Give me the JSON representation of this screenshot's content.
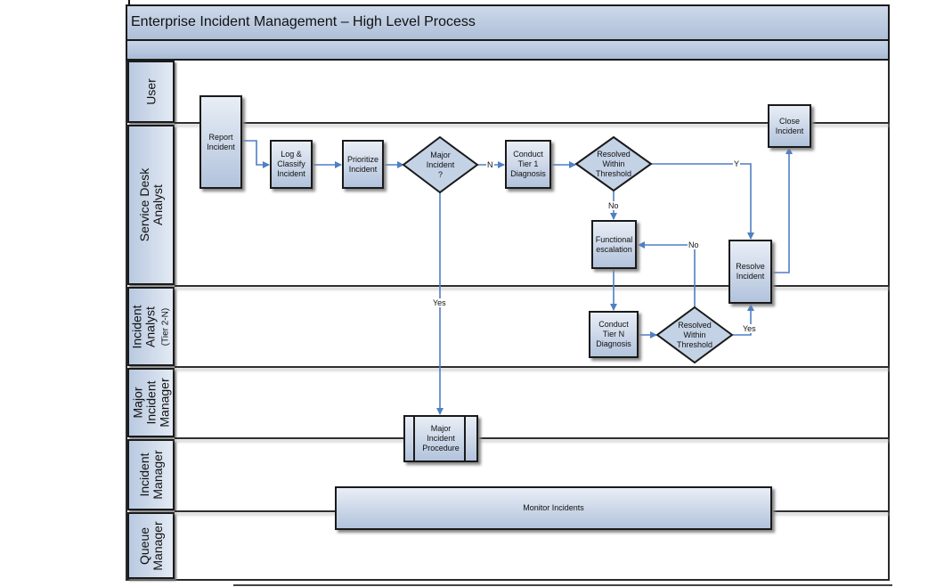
{
  "title": "Enterprise Incident Management – High Level Process",
  "lanes": [
    {
      "label": "User"
    },
    {
      "label": "Service Desk\nAnalyst"
    },
    {
      "label": "Incident\nAnalyst",
      "sublabel": "(Tier 2-N)"
    },
    {
      "label": "Major\nIncident\nManager"
    },
    {
      "label": "Incident\nManager"
    },
    {
      "label": "Queue\nManager"
    }
  ],
  "nodes": {
    "report_incident": "Report\nIncident",
    "log_classify": "Log &\nClassify\nIncident",
    "prioritize": "Prioritize\nIncident",
    "major_incident": "Major\nIncident\n?",
    "tier1": "Conduct\nTier 1\nDiagnosis",
    "resolved_1": "Resolved\nWithin\nThreshold",
    "close_incident": "Close\nIncident",
    "functional_escalation": "Functional\nescalation",
    "resolve_incident": "Resolve\nIncident",
    "tierN": "Conduct\nTier N\nDiagnosis",
    "resolved_2": "Resolved\nWithin\nThreshold",
    "major_procedure": "Major\nIncident\nProcedure",
    "monitor": "Monitor Incidents"
  },
  "edge_labels": {
    "n": "N",
    "y": "Y",
    "no_1": "No",
    "no_2": "No",
    "yes_1": "Yes",
    "yes_2": "Yes"
  },
  "colors": {
    "arrow": "#4f7fc4",
    "box_top": "#e9eef6",
    "box_bottom": "#b2c3dc",
    "border": "#1a1a1a"
  }
}
